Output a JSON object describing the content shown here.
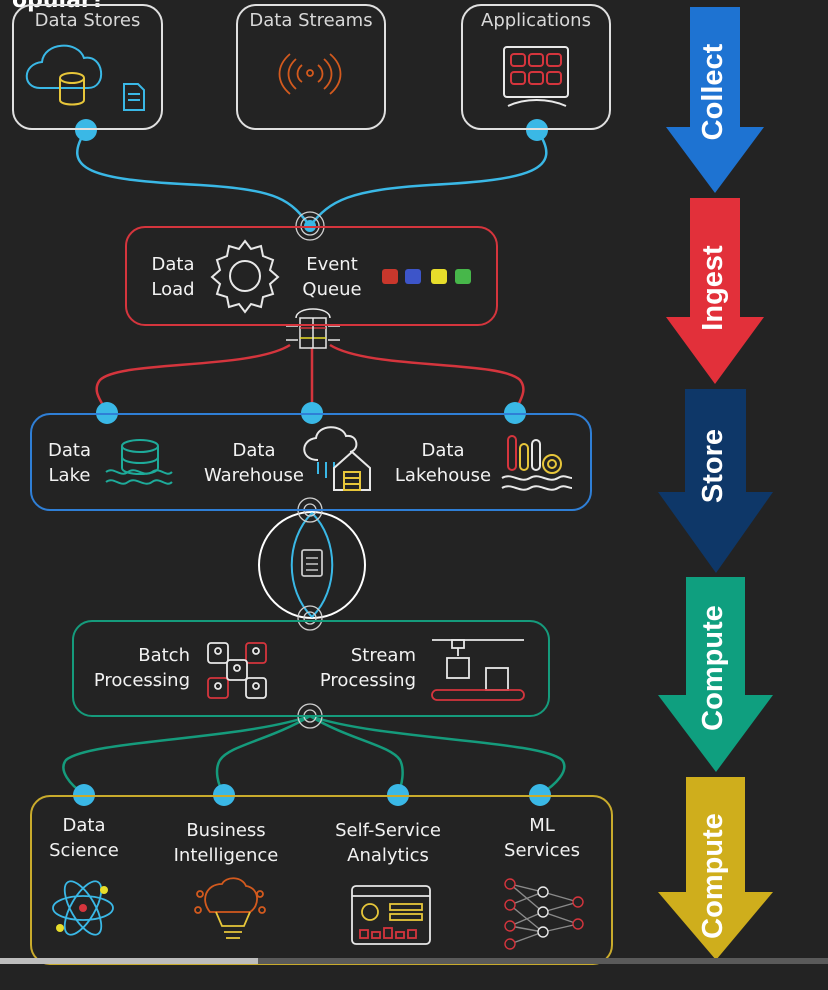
{
  "heading_fragment": "opular?",
  "sources": [
    {
      "label": "Data Stores",
      "icon": "cloud-database-icon"
    },
    {
      "label": "Data Streams",
      "icon": "broadcast-signal-icon"
    },
    {
      "label": "Applications",
      "icon": "monitor-grid-icon"
    }
  ],
  "ingest": {
    "items": [
      {
        "label": "Data\nLoad",
        "icon": "gear-icon"
      },
      {
        "label": "Event\nQueue",
        "icon": "queue-blocks-icon"
      }
    ],
    "queue_colors": [
      "#c9372c",
      "#3d55c9",
      "#e7dd2b",
      "#47b74a"
    ]
  },
  "store": {
    "items": [
      {
        "label": "Data\nLake",
        "icon": "lake-database-icon"
      },
      {
        "label": "Data\nWarehouse",
        "icon": "cloud-warehouse-icon"
      },
      {
        "label": "Data\nLakehouse",
        "icon": "lakehouse-icon"
      }
    ]
  },
  "process": {
    "items": [
      {
        "label": "Batch\nProcessing",
        "icon": "batch-users-icon"
      },
      {
        "label": "Stream\nProcessing",
        "icon": "conveyor-icon"
      }
    ]
  },
  "consume": {
    "items": [
      {
        "label": "Data\nScience",
        "icon": "atom-icon"
      },
      {
        "label": "Business\nIntelligence",
        "icon": "brain-bulb-icon"
      },
      {
        "label": "Self-Service\nAnalytics",
        "icon": "dashboard-icon"
      },
      {
        "label": "ML\nServices",
        "icon": "neural-network-icon"
      }
    ]
  },
  "stages": [
    {
      "label": "Collect",
      "color": "#1e73d2"
    },
    {
      "label": "Ingest",
      "color": "#e2303a"
    },
    {
      "label": "Store",
      "color": "#0e3768"
    },
    {
      "label": "Compute",
      "color": "#0f9f7f"
    },
    {
      "label": "Compute",
      "color": "#cfae1c"
    }
  ],
  "colors": {
    "collect_line": "#3ab8e6",
    "ingest_line": "#d5353d",
    "store_line": "#2f7fd6",
    "compute_line": "#159b7c",
    "consume_line": "#c9ab2c"
  }
}
